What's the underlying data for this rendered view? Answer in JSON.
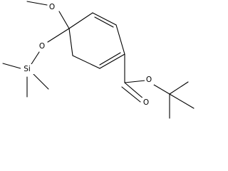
{
  "molecule": {
    "atoms": {
      "methoxy_o": "O",
      "silyloxy_o": "O",
      "silicon": "Si",
      "carbonyl_o": "O",
      "ester_o": "O"
    }
  },
  "colors": {
    "bond": "#000000",
    "text": "#000000",
    "background": "#ffffff"
  }
}
